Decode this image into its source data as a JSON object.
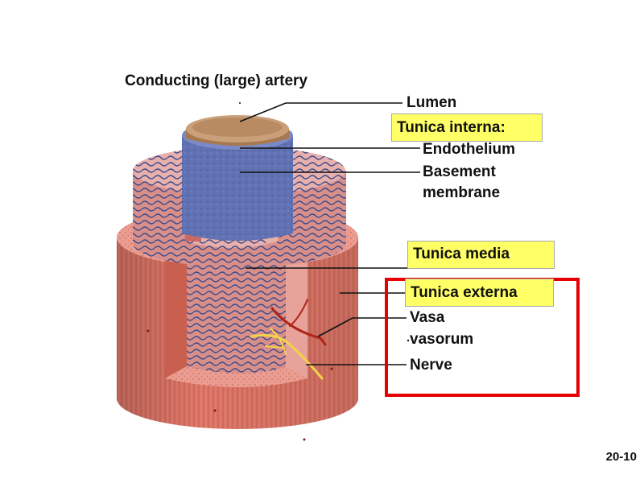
{
  "title": "Conducting (large) artery",
  "labels": {
    "lumen": "Lumen",
    "tunica_interna": "Tunica interna:",
    "endothelium": "Endothelium",
    "basement": "Basement",
    "membrane": "membrane",
    "tunica_media": "Tunica media",
    "tunica_externa": "Tunica externa",
    "vasa": "Vasa",
    "vasorum": "vasorum",
    "nerve": "Nerve"
  },
  "slide_number": "20-10",
  "colors": {
    "highlight_box": "#ffff66",
    "focus_frame": "#e60000",
    "externa_tissue": "#e27a6a",
    "media_tissue": "#e8a8a4",
    "interna_blue": "#5a6fb0",
    "lumen_tan": "#c9a07a",
    "vessel_red": "#b02418",
    "nerve_yellow": "#f3d34a"
  }
}
